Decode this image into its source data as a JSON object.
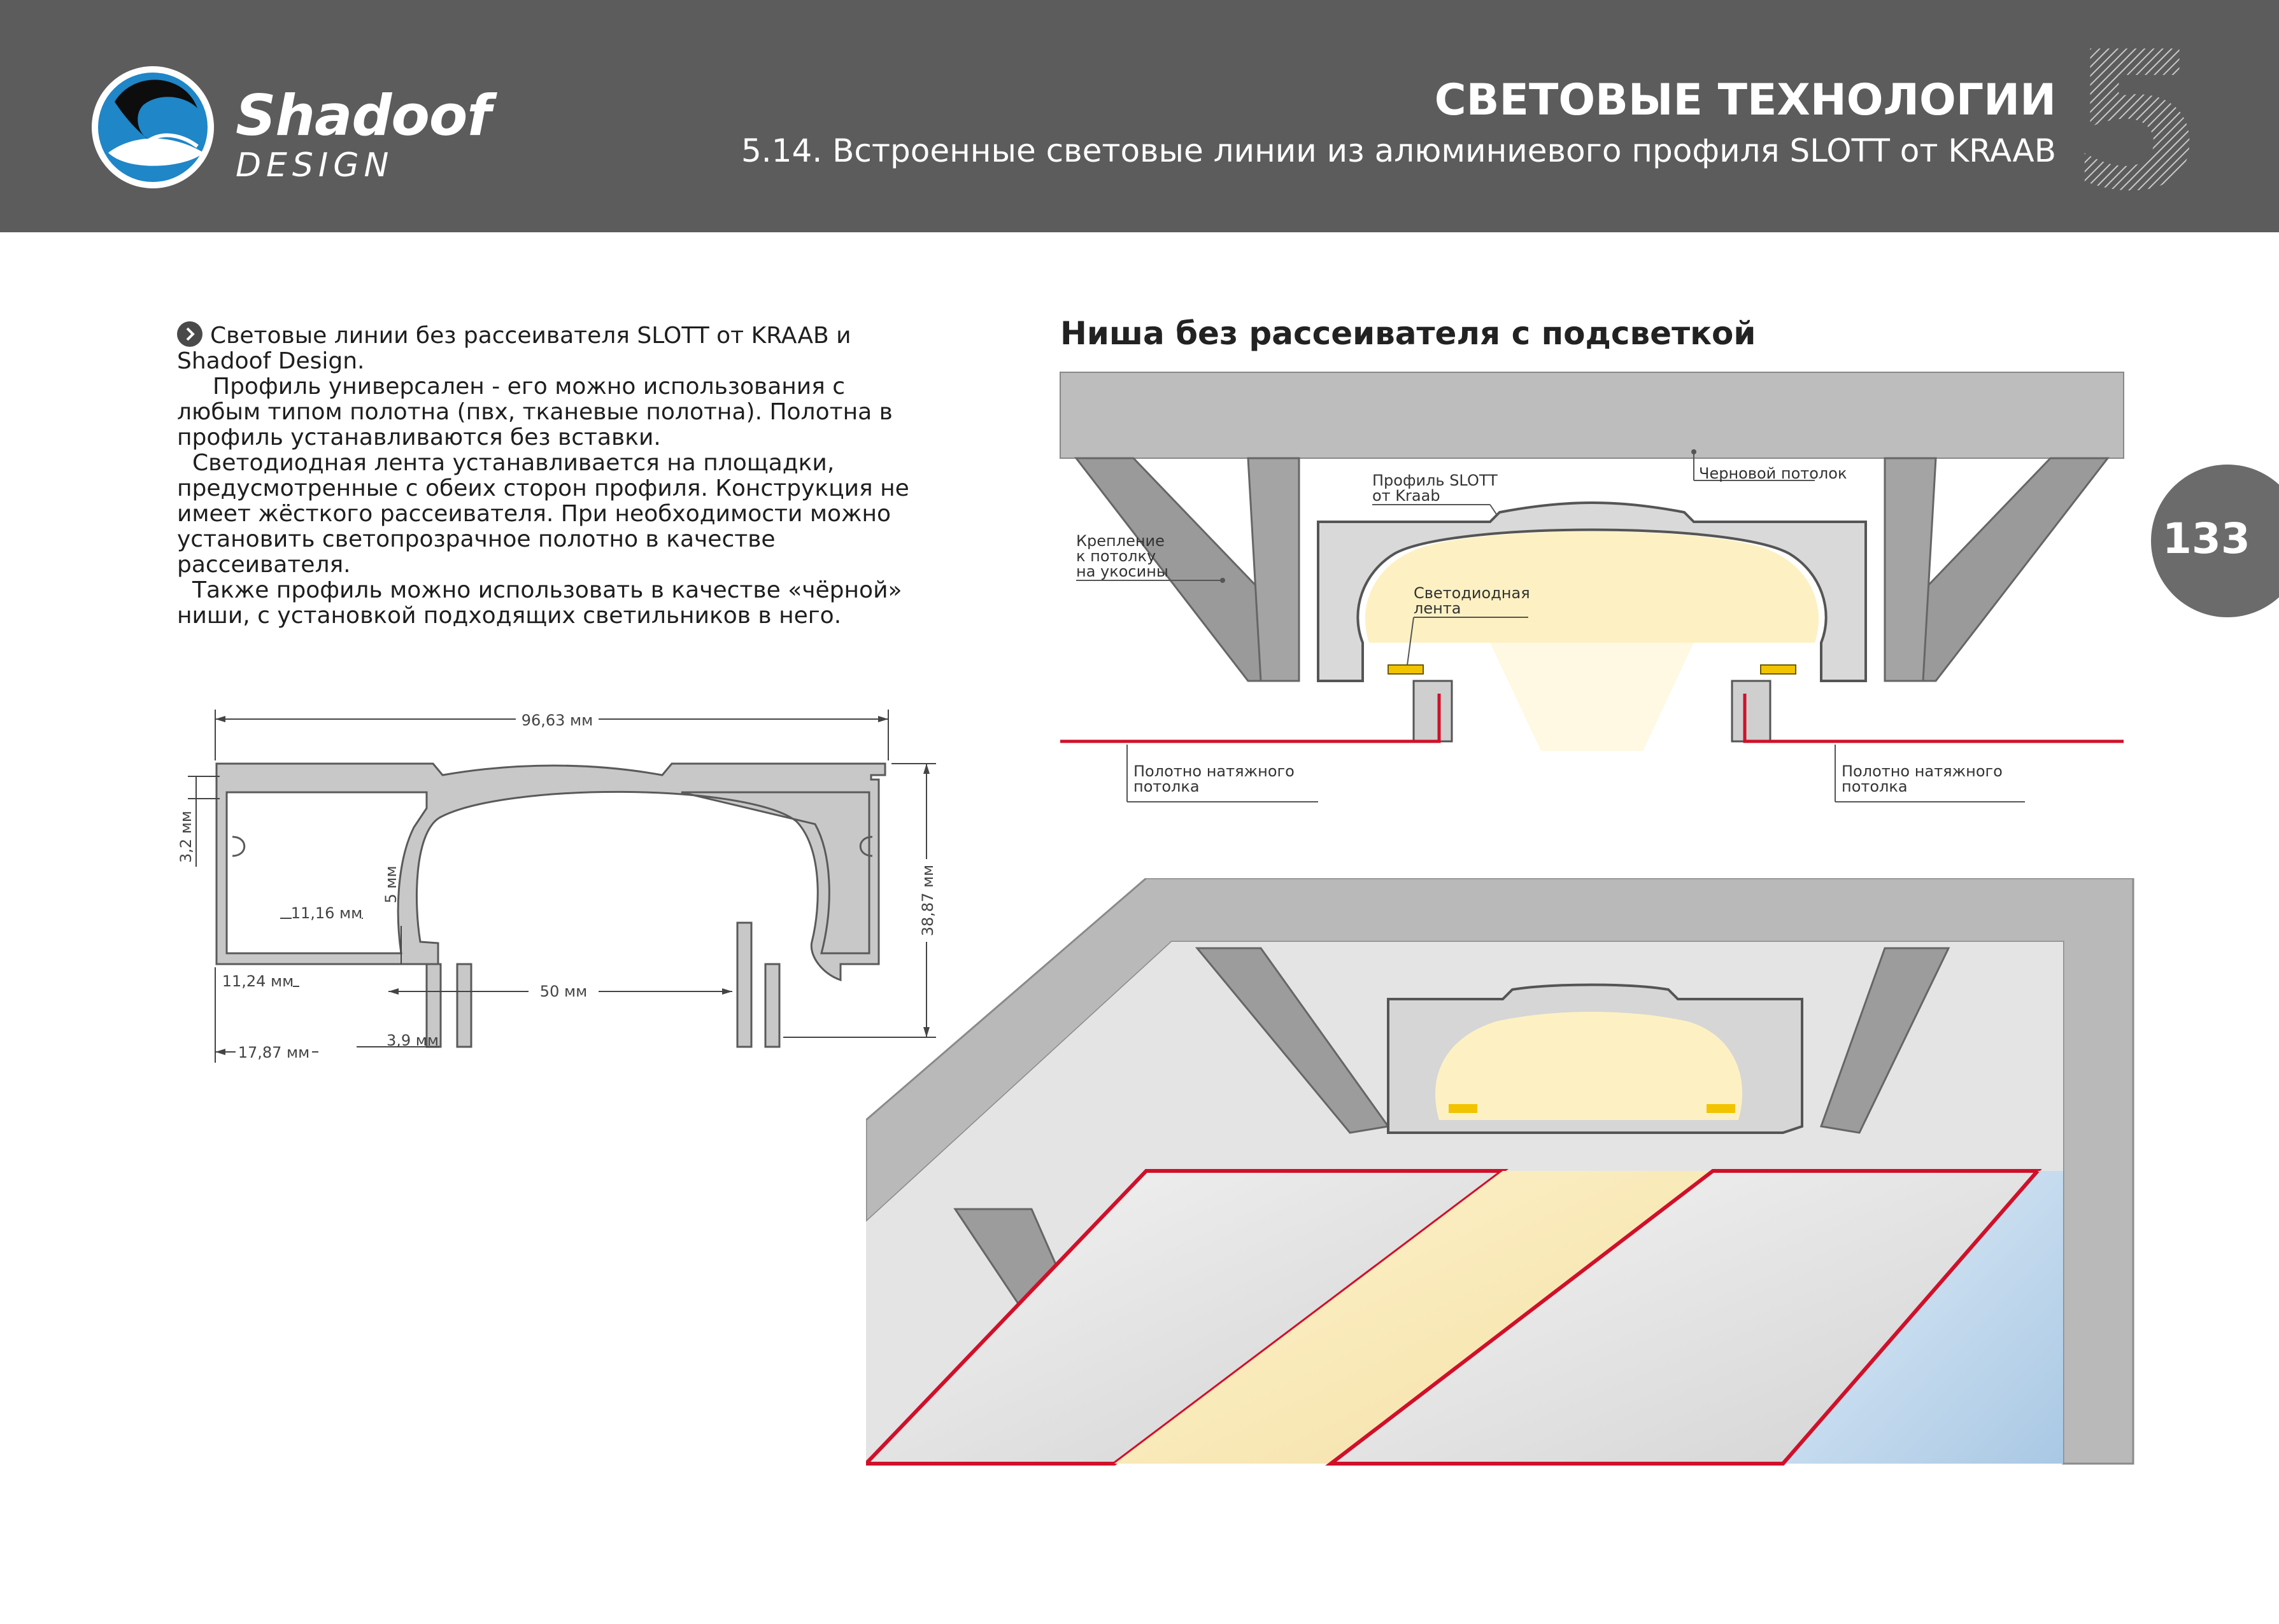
{
  "header": {
    "brand_name": "Shadoof",
    "brand_sub": "DESIGN",
    "section_title": "СВЕТОВЫЕ ТЕХНОЛОГИИ",
    "section_subtitle": "5.14. Встроенные световые линии из алюминиевого профиля SLOTT от KRAAB",
    "chapter_number": "5",
    "brand_color": "#5c5c5c",
    "logo_icon": "swan-logo-icon"
  },
  "page_number": "133",
  "intro": {
    "bullet_icon": "chevron-right-icon",
    "p1": "Световые линии без рассеивателя SLOTT от KRAAB и Shadoof Design.",
    "p2": "Профиль универсален - его можно использования с любым типом полотна (пвх, тканевые полотна). Полотна в профиль устанавливаются без вставки.",
    "p3": "Светодиодная лента устанавливается на площадки, предусмотренные с обеих сторон профиля. Конструкция не имеет жёсткого рассеивателя. При необходимости можно установить светопрозрачное полотно в качестве рассеивателя.",
    "p4": "Также профиль можно использовать в качестве «чёрной» ниши, с установкой подходящих светильников в него."
  },
  "profile_drawing": {
    "dim_width": "96,63 мм",
    "dim_height": "38,87 мм",
    "dim_flange": "3,2 мм",
    "dim_ledge": "5 мм",
    "dim_inner": "11,16 мм",
    "dim_slot": "11,24 мм",
    "dim_gap": "50 мм",
    "dim_edge": "17,87 мм",
    "dim_wall": "3,9 мм"
  },
  "niche": {
    "title": "Ниша без рассеивателя с подсветкой",
    "label_profile": "Профиль SLOTT от Kraab",
    "label_profile_l1": "Профиль SLOTT",
    "label_profile_l2": "от Kraab",
    "label_rough": "Черновой потолок",
    "label_mount_l1": "Крепление",
    "label_mount_l2": "к потолку",
    "label_mount_l3": "на укосины",
    "label_led_l1": "Светодиодная",
    "label_led_l2": "лента",
    "label_canvas_l1": "Полотно натяжного",
    "label_canvas_l2": "потолка"
  },
  "colors": {
    "header_bg": "#5c5c5c",
    "badge_bg": "#6b6b6b",
    "concrete": "#bdbdbd",
    "steel": "#9a9a9a",
    "aluminium": "#d9d9d9",
    "led_glow": "#fdf1c4",
    "led_strip": "#f2c400",
    "canvas_line": "#d0102a",
    "blue_light": "#b9d3ea"
  }
}
